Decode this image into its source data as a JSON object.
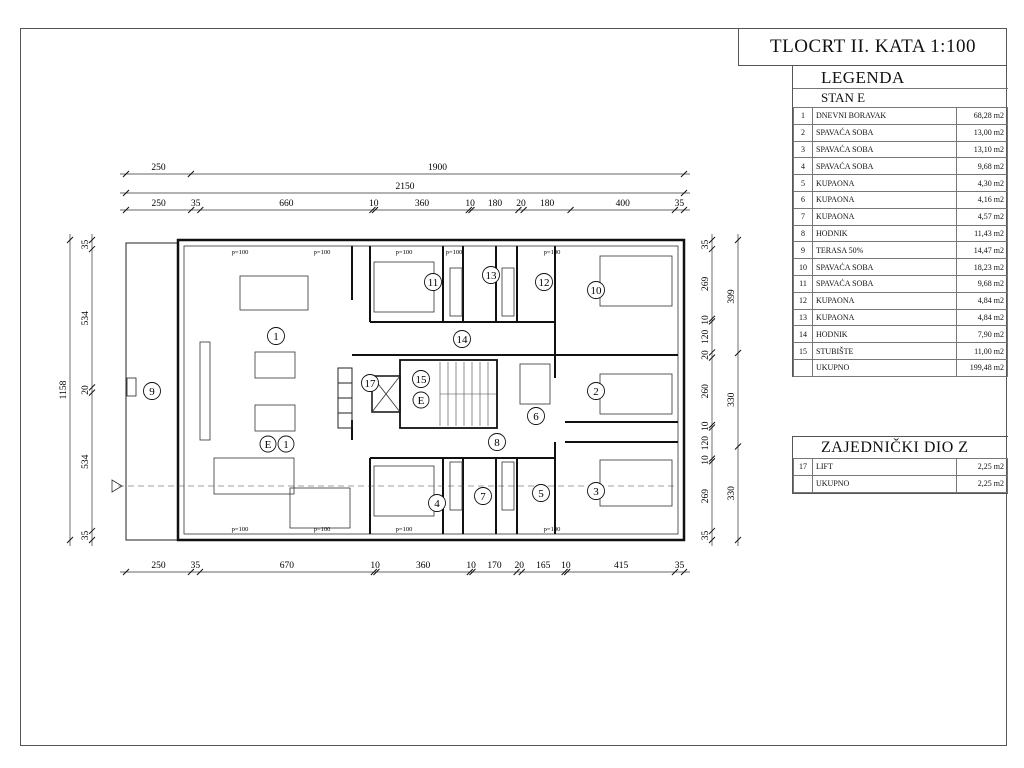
{
  "title": "TLOCRT II. KATA 1:100",
  "legend": {
    "heading": "LEGENDA",
    "subheading": "STAN E",
    "rows": [
      {
        "no": "1",
        "name": "DNEVNI BORAVAK",
        "area": "68,28 m2"
      },
      {
        "no": "2",
        "name": "SPAVAĆA SOBA",
        "area": "13,00 m2"
      },
      {
        "no": "3",
        "name": "SPAVAĆA SOBA",
        "area": "13,10 m2"
      },
      {
        "no": "4",
        "name": "SPAVAĆA SOBA",
        "area": "9,68 m2"
      },
      {
        "no": "5",
        "name": "KUPAONA",
        "area": "4,30 m2"
      },
      {
        "no": "6",
        "name": "KUPAONA",
        "area": "4,16 m2"
      },
      {
        "no": "7",
        "name": "KUPAONA",
        "area": "4,57 m2"
      },
      {
        "no": "8",
        "name": "HODNIK",
        "area": "11,43 m2"
      },
      {
        "no": "9",
        "name": "TERASA 50%",
        "area": "14,47 m2"
      },
      {
        "no": "10",
        "name": "SPAVAĆA SOBA",
        "area": "18,23 m2"
      },
      {
        "no": "11",
        "name": "SPAVAĆA SOBA",
        "area": "9,68 m2"
      },
      {
        "no": "12",
        "name": "KUPAONA",
        "area": "4,84 m2"
      },
      {
        "no": "13",
        "name": "KUPAONA",
        "area": "4,84 m2"
      },
      {
        "no": "14",
        "name": "HODNIK",
        "area": "7,90 m2"
      },
      {
        "no": "15",
        "name": "STUBIŠTE",
        "area": "11,00 m2"
      }
    ],
    "total_label": "UKUPNO",
    "total_area": "199,48 m2"
  },
  "common": {
    "heading": "ZAJEDNIČKI DIO Z",
    "row": {
      "no": "17",
      "name": "LIFT",
      "area": "2,25 m2"
    },
    "total_label": "UKUPNO",
    "total_area": "2,25 m2"
  },
  "dims": {
    "top1": [
      "250",
      "1900"
    ],
    "top2": [
      "2150"
    ],
    "top3": [
      "250",
      "35",
      "660",
      "10",
      "360",
      "10",
      "180",
      "20",
      "180",
      "400",
      "35"
    ],
    "bottom": [
      "250",
      "35",
      "670",
      "10",
      "360",
      "10",
      "170",
      "20",
      "165",
      "10",
      "415",
      "35"
    ],
    "left": [
      "35",
      "534",
      "20",
      "534",
      "35"
    ],
    "left_total": "1158",
    "right": [
      "35",
      "269",
      "10",
      "120",
      "20",
      "260",
      "10",
      "120",
      "10",
      "269",
      "35"
    ],
    "right_outer": [
      "399",
      "330",
      "330"
    ]
  },
  "rooms": [
    {
      "id": "1",
      "label": "1"
    },
    {
      "id": "2",
      "label": "2"
    },
    {
      "id": "3",
      "label": "3"
    },
    {
      "id": "4",
      "label": "4"
    },
    {
      "id": "5",
      "label": "5"
    },
    {
      "id": "6",
      "label": "6"
    },
    {
      "id": "7",
      "label": "7"
    },
    {
      "id": "8",
      "label": "8"
    },
    {
      "id": "9",
      "label": "9"
    },
    {
      "id": "10",
      "label": "10"
    },
    {
      "id": "11",
      "label": "11"
    },
    {
      "id": "12",
      "label": "12"
    },
    {
      "id": "13",
      "label": "13"
    },
    {
      "id": "14",
      "label": "14"
    },
    {
      "id": "15",
      "label": "15"
    },
    {
      "id": "17",
      "label": "17"
    }
  ],
  "unit_tags": {
    "e1": "E",
    "e1_num": "1",
    "e_stair": "E"
  },
  "window_tags": [
    "p=100",
    "p=100",
    "p=100",
    "p=100",
    "p=100",
    "p=100",
    "p=100",
    "p=100",
    "p=100"
  ]
}
